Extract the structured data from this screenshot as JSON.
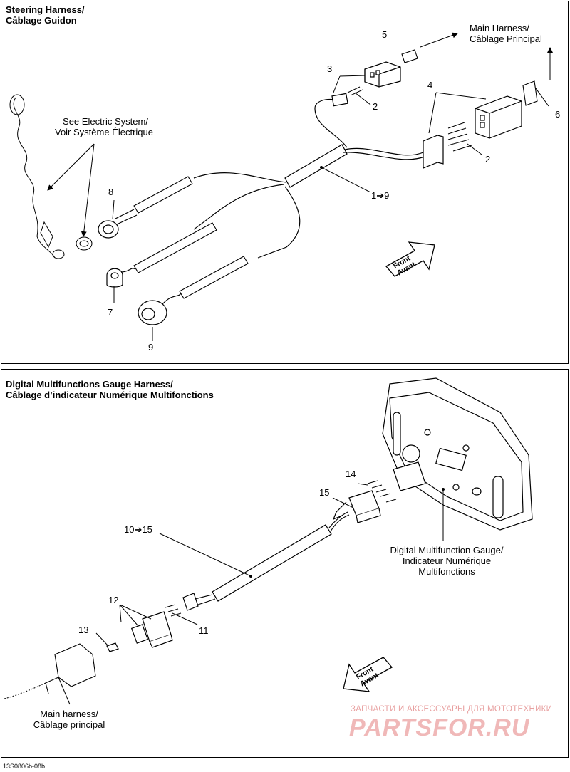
{
  "top_panel": {
    "title_line1": "Steering Harness/",
    "title_line2": "Câblage Guidon",
    "main_harness_line1": "Main Harness/",
    "main_harness_line2": "Câblage Principal",
    "see_electric_line1": "See Electric System/",
    "see_electric_line2": "Voir Système Électrique",
    "callouts": {
      "c5": "5",
      "c3": "3",
      "c2a": "2",
      "c4": "4",
      "c6": "6",
      "c2b": "2",
      "c8": "8",
      "c19": "1➔9",
      "c7": "7",
      "c9": "9"
    },
    "front_line1": "Front",
    "front_line2": "Avant"
  },
  "bottom_panel": {
    "title_line1": "Digital Multifunctions Gauge Harness/",
    "title_line2": "Câblage d’indicateur Numérique Multifonctions",
    "gauge_line1": "Digital Multifunction Gauge/",
    "gauge_line2": "Indicateur Numérique",
    "gauge_line3": "Multifonctions",
    "main_harness_line1": "Main harness/",
    "main_harness_line2": "Câblage principal",
    "callouts": {
      "c14": "14",
      "c15": "15",
      "c1015": "10➔15",
      "c12": "12",
      "c13": "13",
      "c11": "11"
    },
    "front_line1": "Front",
    "front_line2": "Avant"
  },
  "footer": {
    "figure_code": "13S0806b-08b",
    "watermark_small": "ЗАПЧАСТИ И АКСЕССУАРЫ ДЛЯ МОТОТЕХНИКИ",
    "watermark_big": "PARTSFOR.RU"
  }
}
